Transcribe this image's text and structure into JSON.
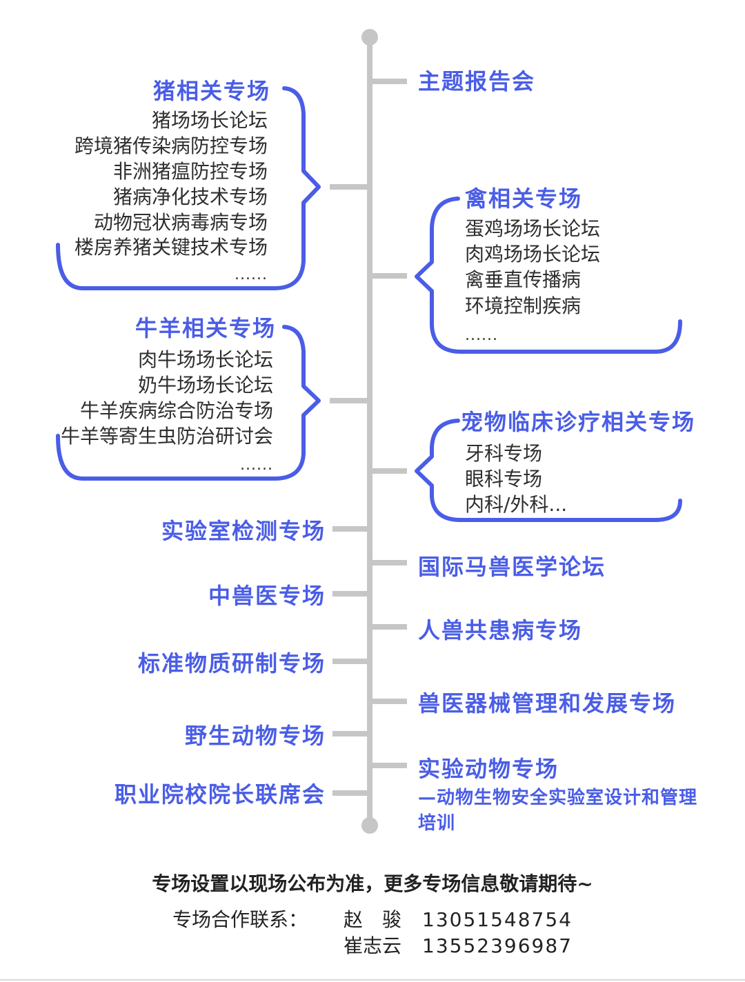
{
  "colors": {
    "accent": "#4a5de6",
    "line": "#c6c6c6",
    "text": "#2e2e2e"
  },
  "left": {
    "pig": {
      "title": "猪相关专场",
      "items": [
        "猪场场长论坛",
        "跨境猪传染病防控专场",
        "非洲猪瘟防控专场",
        "猪病净化技术专场",
        "动物冠状病毒病专场",
        "楼房养猪关键技术专场"
      ],
      "more": "......"
    },
    "cattle": {
      "title": "牛羊相关专场",
      "items": [
        "肉牛场场长论坛",
        "奶牛场场长论坛",
        "牛羊疾病综合防治专场",
        "牛羊等寄生虫防治研讨会"
      ],
      "more": "......"
    },
    "lab_testing": "实验室检测专场",
    "tcm": "中兽医专场",
    "reference": "标准物质研制专场",
    "wildlife": "野生动物专场",
    "vocational": "职业院校院长联席会"
  },
  "right": {
    "keynote": "主题报告会",
    "poultry": {
      "title": "禽相关专场",
      "items": [
        "蛋鸡场场长论坛",
        "肉鸡场场长论坛",
        "禽垂直传播病",
        "环境控制疾病"
      ],
      "more": "......"
    },
    "pet": {
      "title": "宠物临床诊疗相关专场",
      "items": [
        "牙科专场",
        "眼科专场",
        "内科/外科..."
      ]
    },
    "equine": "国际马兽医学论坛",
    "zoonosis": "人兽共患病专场",
    "instruments": "兽医器械管理和发展专场",
    "lab_animal": {
      "title": "实验动物专场",
      "subtitle_line1": "—动物生物安全实验室设计和管理",
      "subtitle_line2": "培训"
    }
  },
  "footer": {
    "note": "专场设置以现场公布为准，更多专场信息敬请期待~",
    "contact_label": "专场合作联系：",
    "contact1_name": "赵　骏",
    "contact1_phone": "13051548754",
    "contact2_name": "崔志云",
    "contact2_phone": "13552396987"
  }
}
